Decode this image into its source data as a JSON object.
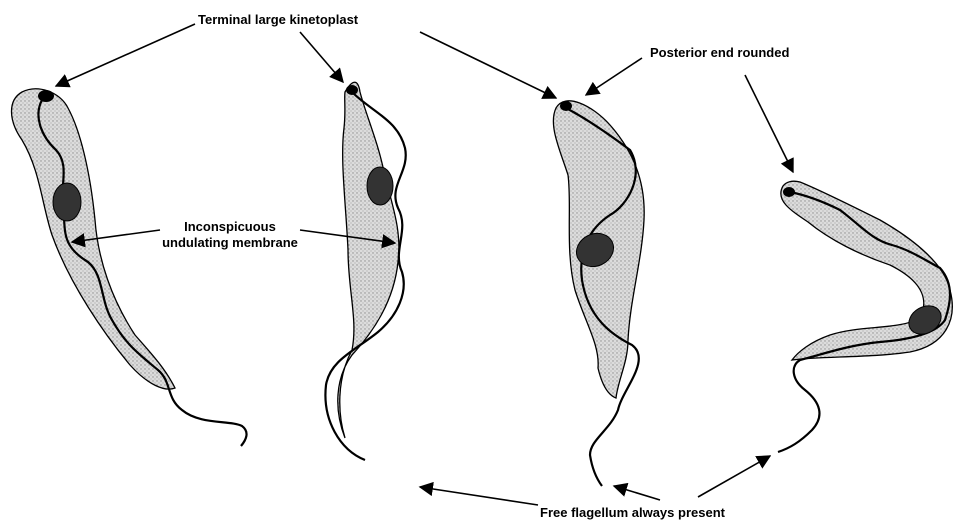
{
  "diagram": {
    "labels": {
      "terminal_kinetoplast": "Terminal large kinetoplast",
      "posterior_end": "Posterior end rounded",
      "membrane_line1": "Inconspicuous",
      "membrane_line2": "undulating membrane",
      "free_flagellum": "Free flagellum always present"
    }
  }
}
